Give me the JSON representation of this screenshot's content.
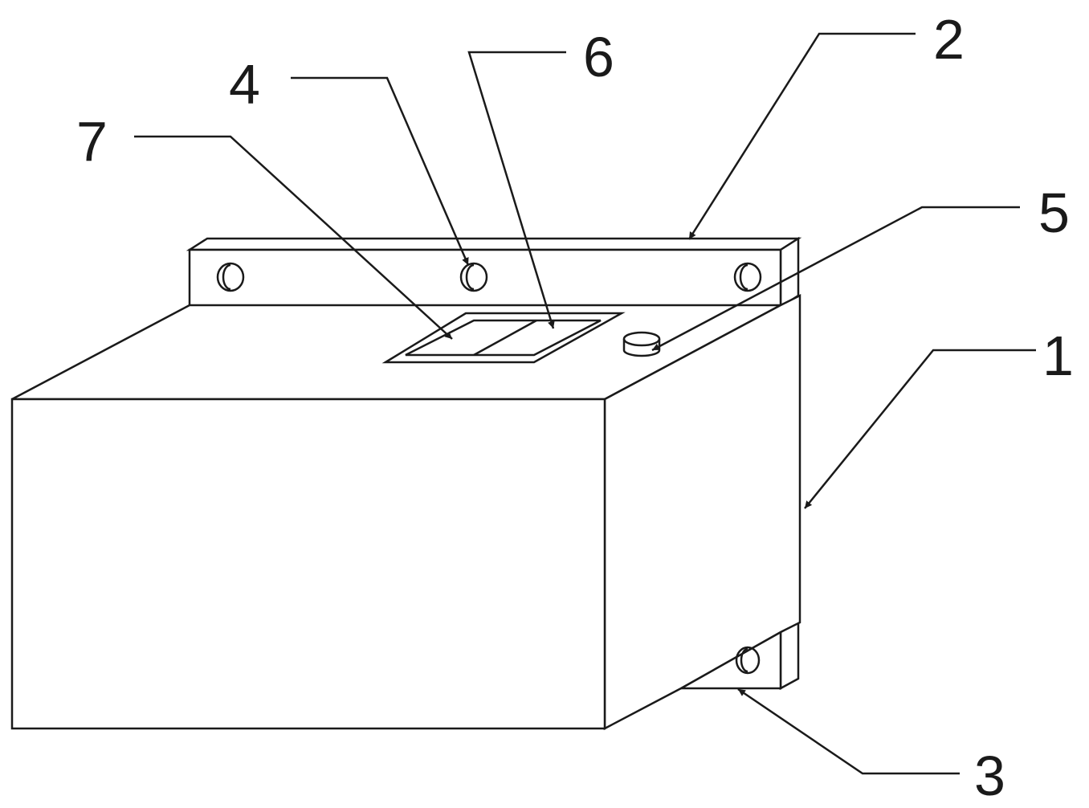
{
  "diagram": {
    "colors": {
      "line": "#1a1a1a",
      "background": "#ffffff"
    },
    "callouts": {
      "c1": "1",
      "c2": "2",
      "c3": "3",
      "c4": "4",
      "c5": "5",
      "c6": "6",
      "c7": "7"
    }
  }
}
